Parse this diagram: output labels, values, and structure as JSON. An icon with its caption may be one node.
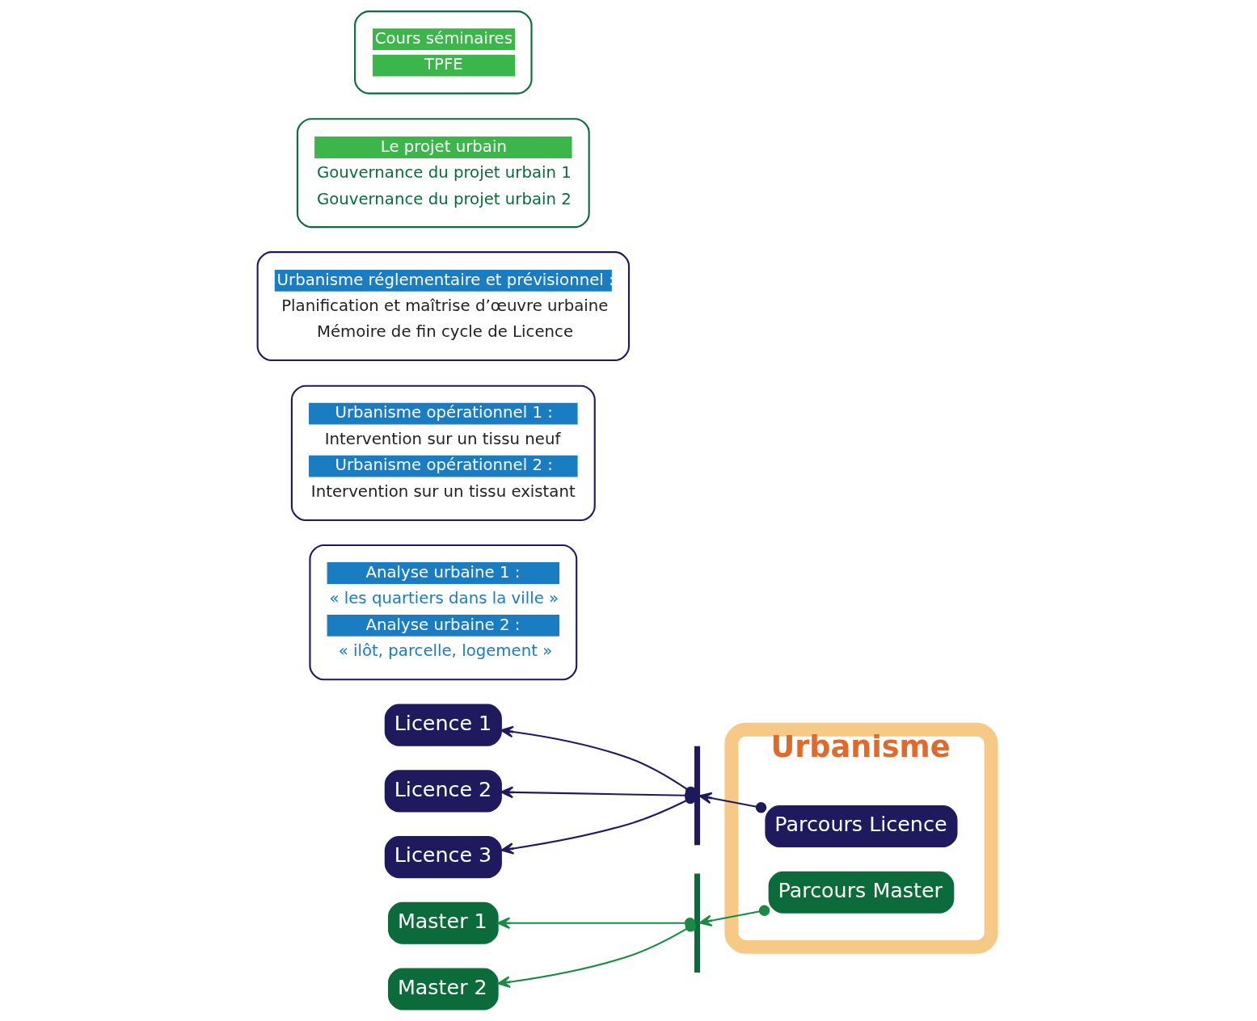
{
  "diagram": {
    "nodes": [
      {
        "text": [
          "Urbanisme"
        ]
      },
      {
        "text": [
          "Parcours Licence"
        ],
        "in": 0
      },
      {
        "text": [
          "Parcours Master"
        ],
        "in": 0
      },
      {
        "text": [],
        "shape": "bar"
      },
      {
        "text": [],
        "shape": "bar"
      },
      {
        "text": [
          "Licence 1"
        ]
      },
      {
        "text": [
          "Analyse urbaine 1 :",
          "« les quartiers dans la ville »",
          "Analyse urbaine 2 :",
          "« ilôt, parcelle, logement »"
        ]
      },
      {
        "text": [
          "Licence 2"
        ]
      },
      {
        "text": [
          "Urbanisme opérationnel 1 :",
          "Intervention sur un tissu neuf",
          "Urbanisme opérationnel 2 :",
          "Intervention sur un tissu existant"
        ]
      },
      {
        "text": [
          "Licence 3"
        ]
      },
      {
        "text": [
          "Urbanisme réglementaire et prévisionnel :",
          "Planification et maîtrise d’œuvre urbaine",
          "Mémoire de fin cycle de Licence"
        ]
      },
      {
        "text": [
          "Le projet urbain",
          "Gouvernance du projet urbain 1",
          "Gouvernance du projet urbain 2"
        ]
      },
      {
        "text": [
          "Master 1"
        ]
      },
      {
        "text": [
          "Cours séminaires",
          "TPFE"
        ]
      },
      {
        "text": [
          "Master 2"
        ]
      }
    ],
    "edges": [
      {
        "from": 1,
        "to": 3,
        "arrow": "to"
      },
      {
        "from": 3,
        "to": 5,
        "arrow": "to"
      },
      {
        "from": 3,
        "to": 7,
        "arrow": "to"
      },
      {
        "from": 3,
        "to": 9,
        "arrow": "to"
      },
      {
        "from": 2,
        "to": 4,
        "arrow": "to",
        "color": "#1a8a45"
      },
      {
        "from": 4,
        "to": 12,
        "arrow": "to",
        "color": "#1a8a45"
      },
      {
        "from": 4,
        "to": 14,
        "arrow": "to",
        "color": "#1a8a45"
      }
    ]
  }
}
